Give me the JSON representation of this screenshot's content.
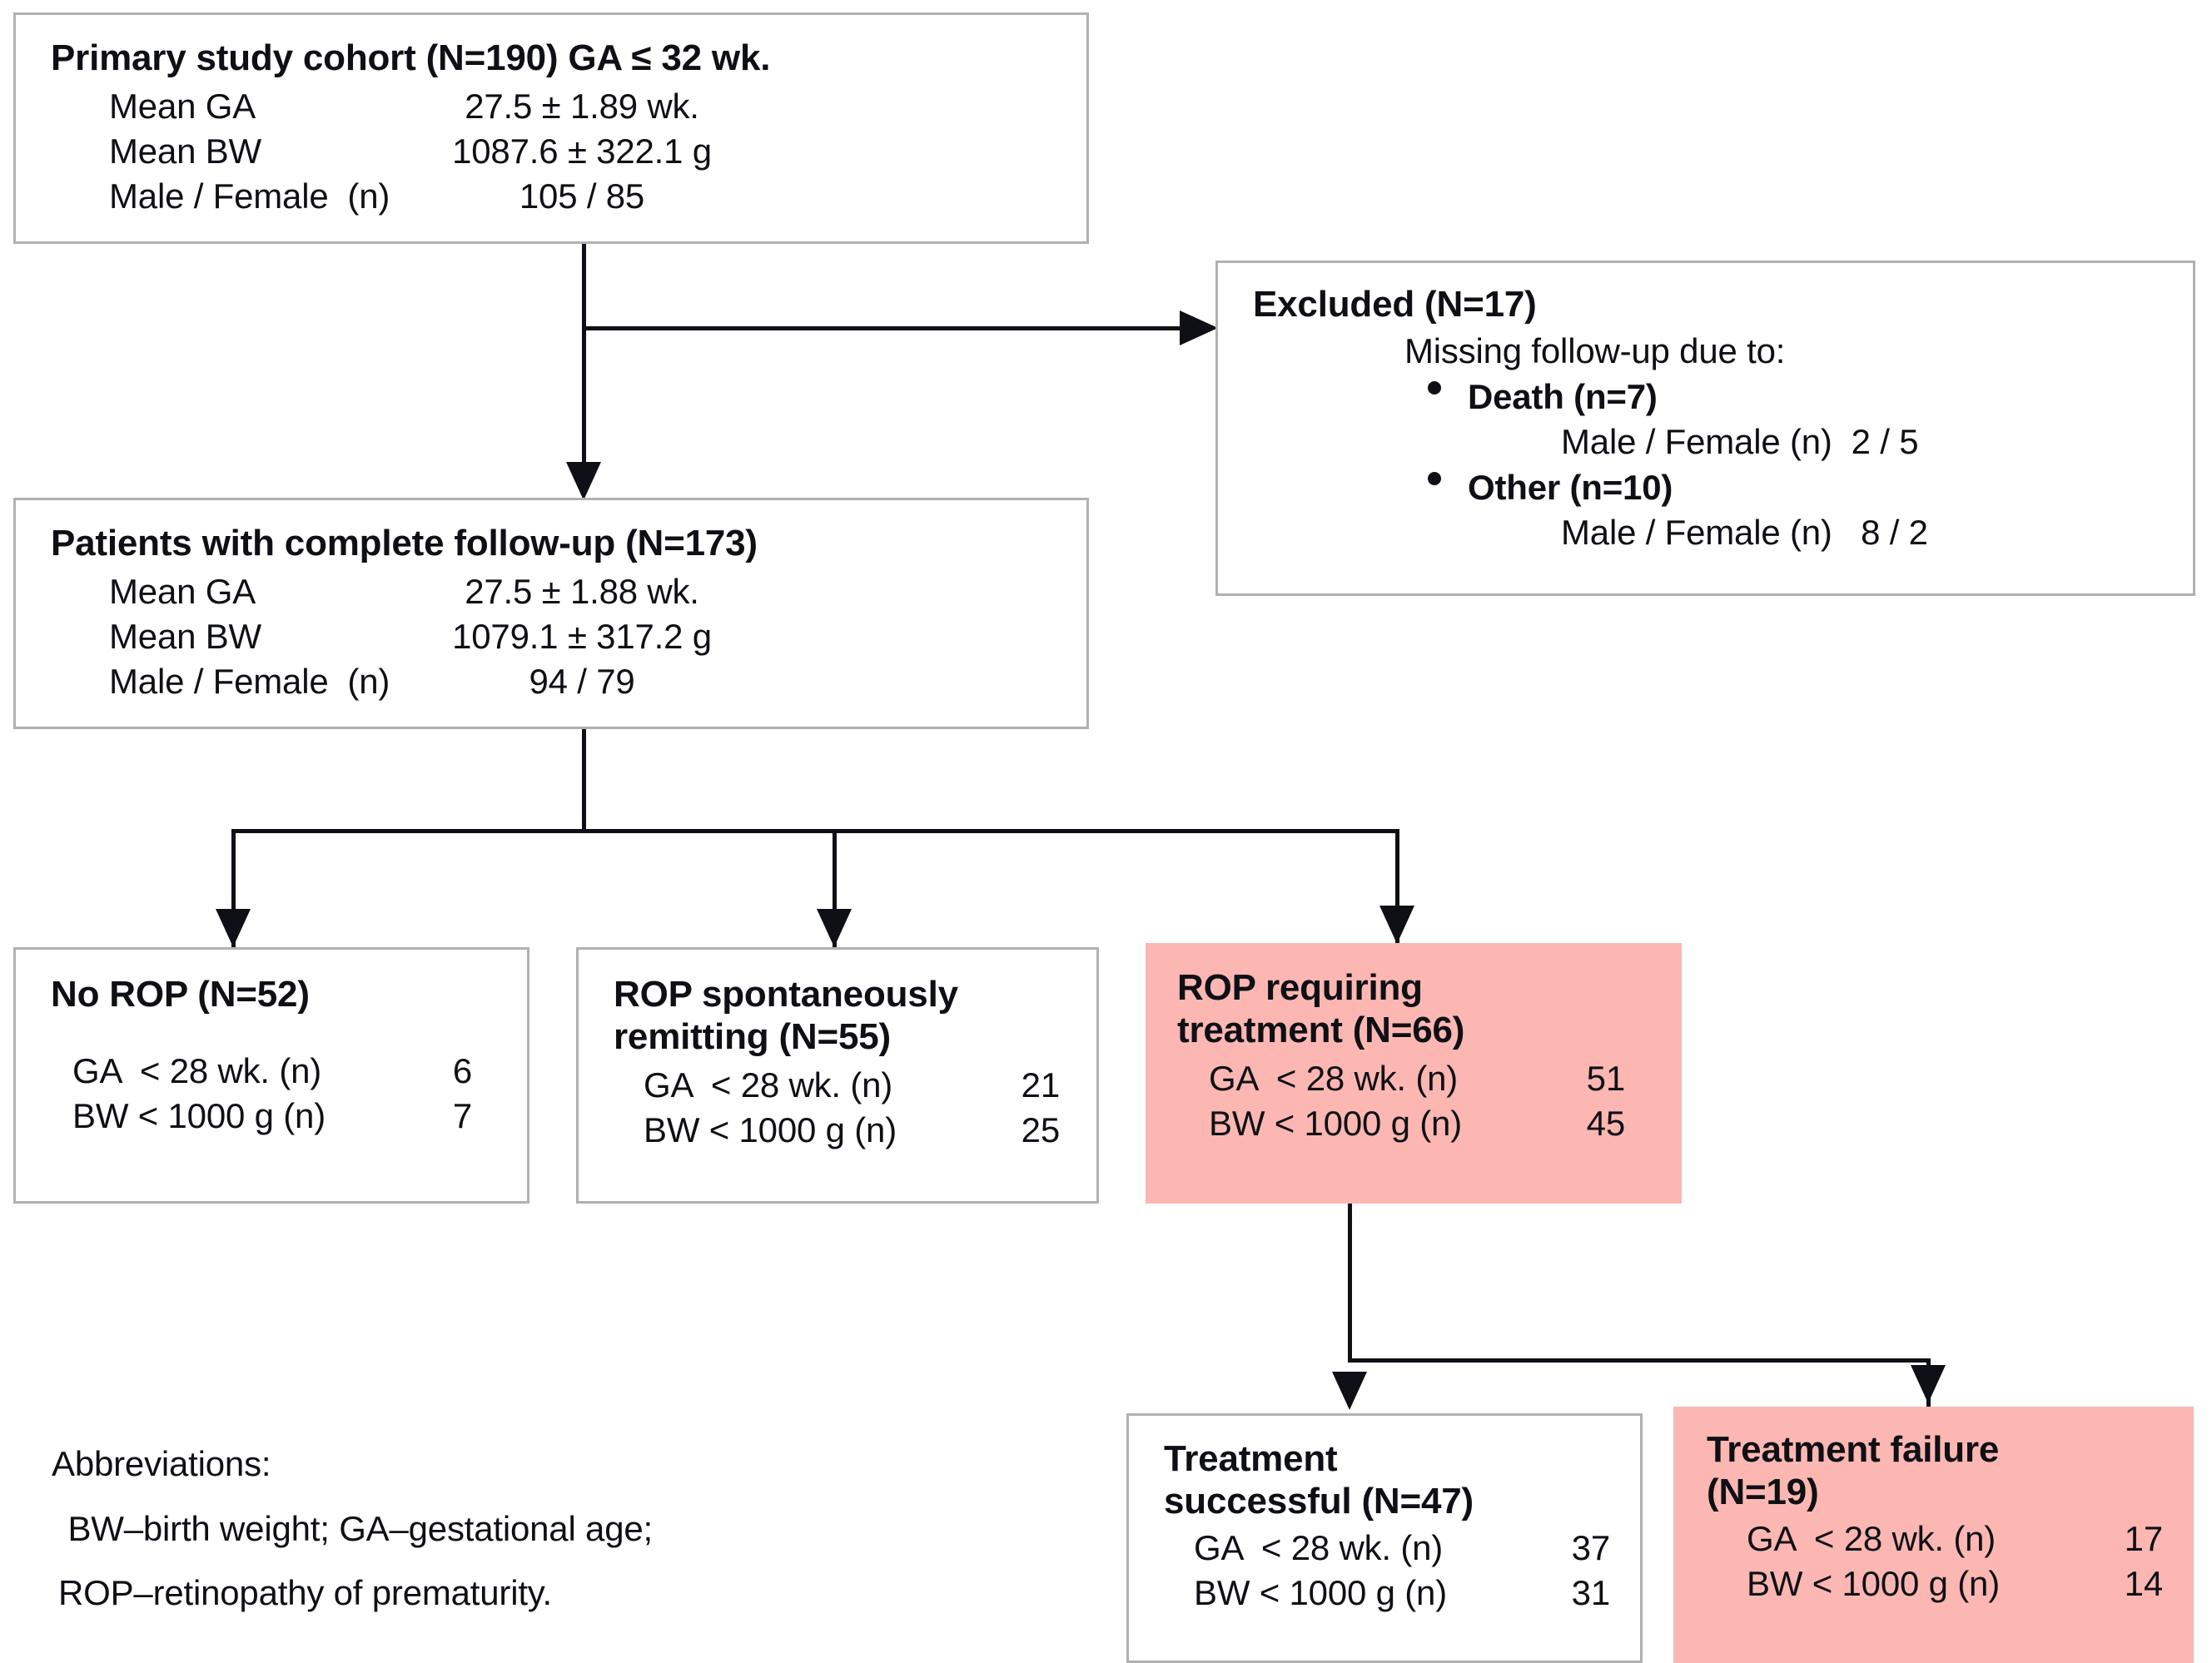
{
  "diagram": {
    "title": "ROP study cohort flow diagram",
    "pink_color": "#fcb7b2",
    "border_color": "#b3b0b0"
  },
  "primary": {
    "title": "Primary study cohort (N=190) GA ≤ 32 wk.",
    "rows": [
      {
        "label": "Mean GA",
        "value": "27.5 ± 1.89 wk."
      },
      {
        "label": "Mean BW",
        "value": "1087.6 ± 322.1 g"
      },
      {
        "label": "Male / Female  (n)",
        "value": "105 / 85"
      }
    ]
  },
  "excluded": {
    "title": "Excluded (N=17)",
    "subtitle": "Missing follow-up due to:",
    "items": [
      {
        "cause": "Death (n=7)",
        "mf_label": "Male / Female (n)  2 / 5"
      },
      {
        "cause": "Other (n=10)",
        "mf_label": "Male / Female (n)   8 / 2"
      }
    ]
  },
  "followup": {
    "title": "Patients with complete follow-up (N=173)",
    "rows": [
      {
        "label": "Mean GA",
        "value": "27.5 ± 1.88 wk."
      },
      {
        "label": "Mean BW",
        "value": "1079.1 ± 317.2 g"
      },
      {
        "label": "Male / Female  (n)",
        "value": "94 / 79"
      }
    ]
  },
  "norop": {
    "title": "No ROP (N=52)",
    "rows": [
      {
        "label": "GA  < 28 wk. (n)",
        "value": "6"
      },
      {
        "label": "BW < 1000 g (n)",
        "value": "7"
      }
    ]
  },
  "remitting": {
    "title": "ROP spontaneously\nremitting (N=55)",
    "rows": [
      {
        "label": "GA  < 28 wk. (n)",
        "value": "21"
      },
      {
        "label": "BW < 1000 g (n)",
        "value": "25"
      }
    ]
  },
  "requiring": {
    "title": "ROP requiring\ntreatment (N=66)",
    "rows": [
      {
        "label": "GA  < 28 wk. (n)",
        "value": "51"
      },
      {
        "label": "BW < 1000 g (n)",
        "value": "45"
      }
    ]
  },
  "success": {
    "title": "Treatment\nsuccessful (N=47)",
    "rows": [
      {
        "label": "GA  < 28 wk. (n)",
        "value": "37"
      },
      {
        "label": "BW < 1000 g (n)",
        "value": "31"
      }
    ]
  },
  "failure": {
    "title": "Treatment failure\n(N=19)",
    "rows": [
      {
        "label": "GA  < 28 wk. (n)",
        "value": "17"
      },
      {
        "label": "BW < 1000 g (n)",
        "value": "14"
      }
    ]
  },
  "abbreviations": {
    "heading": "Abbreviations:",
    "line1": " BW–birth weight; GA–gestational age;",
    "line2": "ROP–retinopathy of prematurity."
  }
}
